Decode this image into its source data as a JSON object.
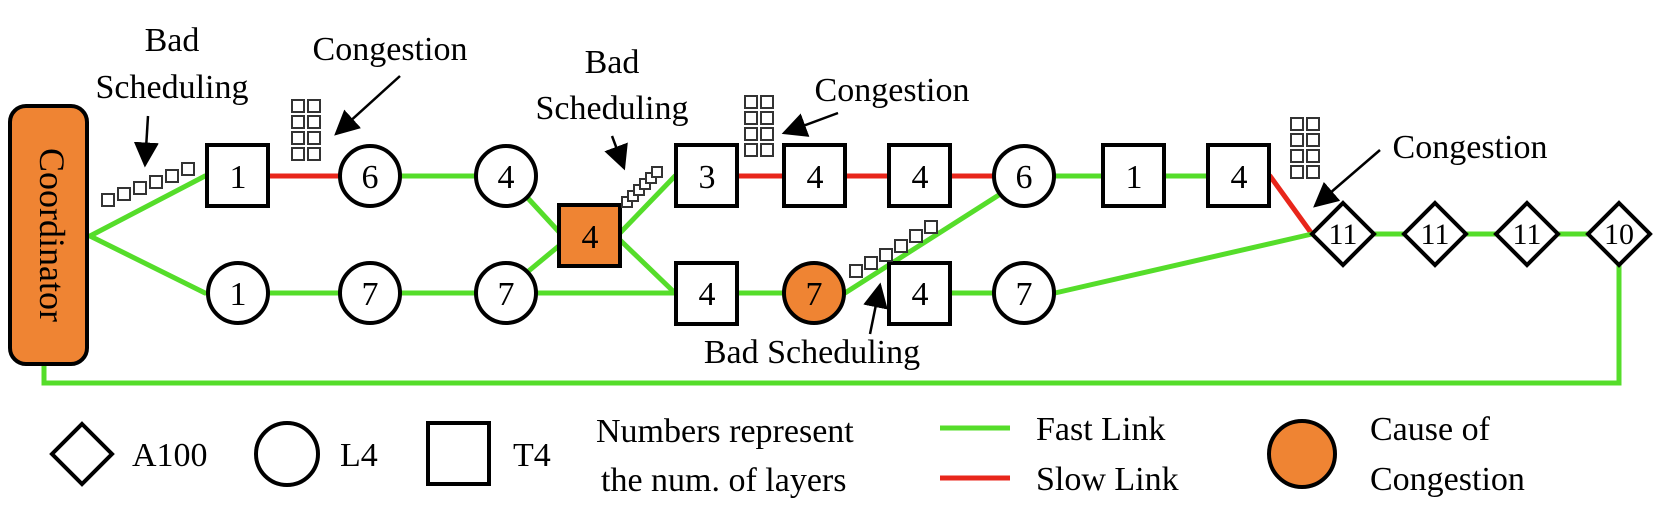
{
  "coordinator": {
    "label": "Coordinator"
  },
  "colors": {
    "fast": "#55dd2a",
    "slow": "#e8261b",
    "cause": "#ef8433",
    "stroke": "#000000",
    "queue": "#444444"
  },
  "nodes": {
    "top_t4_1": "1",
    "top_l4_6": "6",
    "top_l4_4": "4",
    "mid_t4_4": "4",
    "top_t4_3": "3",
    "top_t4_4a": "4",
    "top_t4_4b": "4",
    "top_l4_6b": "6",
    "top_t4_1b": "1",
    "top_t4_4c": "4",
    "bot_l4_1": "1",
    "bot_l4_7a": "7",
    "bot_l4_7b": "7",
    "bot_t4_4": "4",
    "bot_l4_7c": "7",
    "bot_t4_4b": "4",
    "bot_l4_7d": "7",
    "a100_1": "11",
    "a100_2": "11",
    "a100_3": "11",
    "a100_4": "10"
  },
  "annotations": {
    "bad_sched_1_line1": "Bad",
    "bad_sched_1_line2": "Scheduling",
    "congestion_1": "Congestion",
    "bad_sched_2_line1": "Bad",
    "bad_sched_2_line2": "Scheduling",
    "congestion_2": "Congestion",
    "congestion_3": "Congestion",
    "bad_sched_3": "Bad Scheduling"
  },
  "legend": {
    "a100": "A100",
    "l4": "L4",
    "t4": "T4",
    "numbers_line1": "Numbers represent",
    "numbers_line2": "the num. of layers",
    "fast_link": "Fast Link",
    "slow_link": "Slow Link",
    "cause_line1": "Cause of",
    "cause_line2": "Congestion"
  }
}
